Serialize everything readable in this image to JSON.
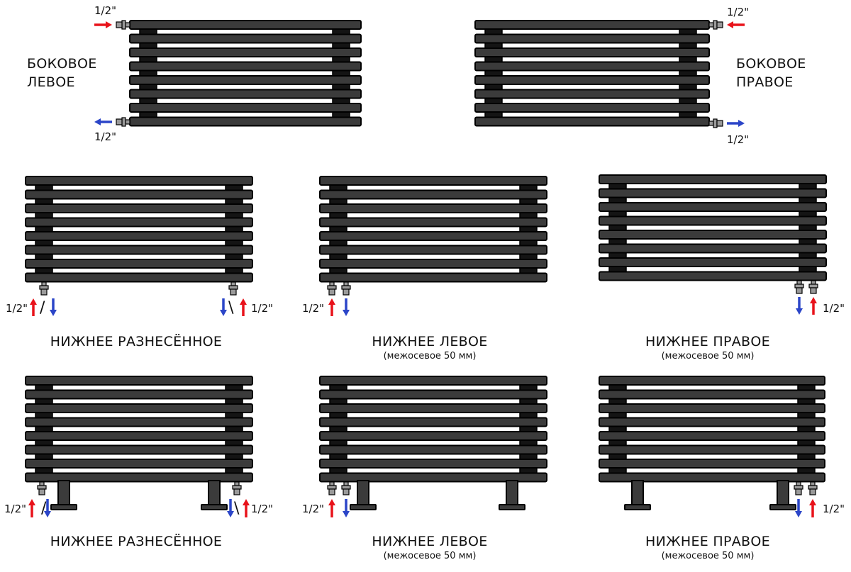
{
  "pipe_size": "1/2\"",
  "colors": {
    "radiator": "#3b3b3b",
    "collector": "#141414",
    "supply": "#e8121a",
    "return": "#2b45c8",
    "valve": "#9a9a9a"
  },
  "panels": [
    {
      "id": "side-left",
      "label_lines": [
        "БОКОВОЕ",
        "ЛЕВОЕ"
      ]
    },
    {
      "id": "side-right",
      "label_lines": [
        "БОКОВОЕ",
        "ПРАВОЕ"
      ]
    },
    {
      "id": "bottom-spread-wall",
      "title": "НИЖНЕЕ РАЗНЕСЁННОЕ",
      "connector": "/",
      "connector2": "\\"
    },
    {
      "id": "bottom-left-wall",
      "title": "НИЖНЕЕ ЛЕВОЕ",
      "subtitle": "(межосевое 50 мм)"
    },
    {
      "id": "bottom-right-wall",
      "title": "НИЖНЕЕ ПРАВОЕ",
      "subtitle": "(межосевое 50 мм)"
    },
    {
      "id": "bottom-spread-floor",
      "title": "НИЖНЕЕ РАЗНЕСЁННОЕ",
      "connector": "/",
      "connector2": "\\"
    },
    {
      "id": "bottom-left-floor",
      "title": "НИЖНЕЕ ЛЕВОЕ",
      "subtitle": "(межосевое 50 мм)"
    },
    {
      "id": "bottom-right-floor",
      "title": "НИЖНЕЕ ПРАВОЕ",
      "subtitle": "(межосевое 50 мм)"
    }
  ]
}
